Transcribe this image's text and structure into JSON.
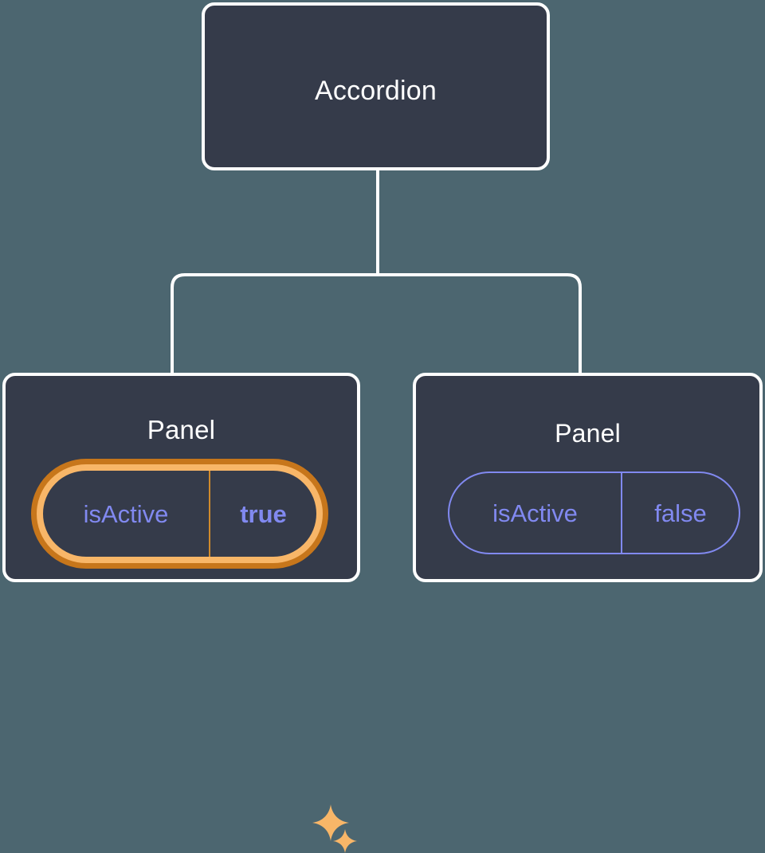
{
  "diagram": {
    "type": "component-tree",
    "background_color": "#4c6670",
    "node_fill_color": "#353b4a",
    "node_border_color": "#ffffff",
    "prop_text_color": "#8189f0",
    "highlight_outer_color": "#c7761b",
    "highlight_inner_color": "#f8b668",
    "sparkle_color": "#f8b668"
  },
  "root": {
    "title": "Accordion"
  },
  "children": [
    {
      "title": "Panel",
      "highlighted": true,
      "prop": {
        "key": "isActive",
        "value": "true"
      },
      "sparkles": [
        "sparkle-icon",
        "sparkle-icon"
      ]
    },
    {
      "title": "Panel",
      "highlighted": false,
      "prop": {
        "key": "isActive",
        "value": "false"
      }
    }
  ]
}
